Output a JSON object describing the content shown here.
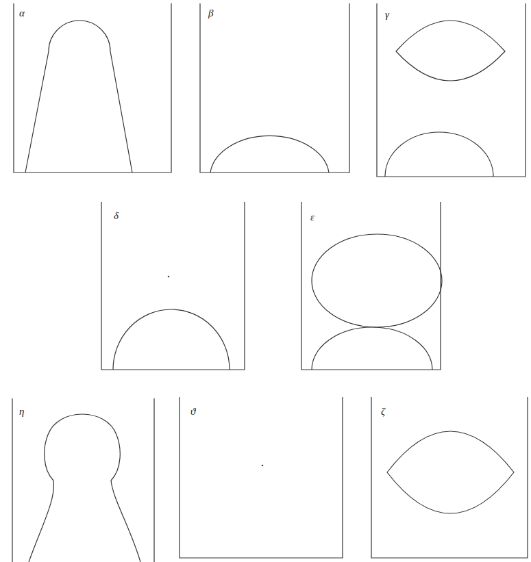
{
  "diagram": {
    "labels": [
      "α",
      "β",
      "γ",
      "δ",
      "ε",
      "η",
      "ϑ",
      "ζ"
    ]
  }
}
